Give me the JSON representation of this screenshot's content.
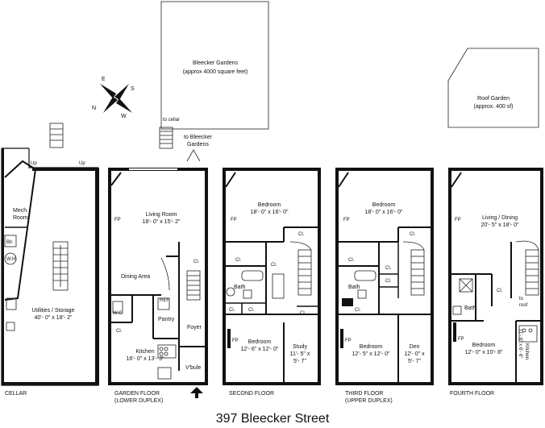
{
  "title": "397 Bleecker Street",
  "compass": {
    "n": "N",
    "e": "E",
    "s": "S",
    "w": "W"
  },
  "gardens": {
    "name": "Bleecker Gardens",
    "area": "(approx 4000 square feet)",
    "to_cellar": "to cellar",
    "to_gardens_1": "to Bleecker",
    "to_gardens_2": "Gardens"
  },
  "roof_garden": {
    "name": "Roof Garden",
    "area": "(approx. 400 sf)"
  },
  "cellar": {
    "floor": "CELLAR",
    "up1": "Up",
    "up2": "Up",
    "mech1": "Mech.",
    "mech2": "Room",
    "blr": "Blr.",
    "wh": "W.H.",
    "util_name": "Utilities / Storage",
    "util_dim": "40'- 0\" x 18'- 2\""
  },
  "garden": {
    "floor1": "GARDEN FLOOR",
    "floor2": "(LOWER DUPLEX)",
    "fp": "FP",
    "living": "Living Room",
    "living_dim": "18'- 0\" x 15'- 2\"",
    "dining": "Dining Area",
    "ref": "REF",
    "wc": "W.C.",
    "pantry": "Pantry",
    "cl1": "Cl.",
    "cl2": "Cl.",
    "foyer": "Foyer",
    "kitchen": "Kitchen",
    "kitchen_dim": "16'- 0\" x 13'- 3\"",
    "vbule": "V'bule"
  },
  "second": {
    "floor": "SECOND FLOOR",
    "bedroom1": "Bedroom",
    "bedroom1_dim": "18'- 0\" x 16'- 0\"",
    "fp1": "FP",
    "fp2": "FP",
    "cl_a": "Cl.",
    "cl_b": "Cl.",
    "cl_c": "Cl.",
    "cl_d": "Cl.",
    "cl_e": "Cl.",
    "cl_f": "Cl.",
    "bath": "Bath",
    "bedroom2": "Bedroom",
    "bedroom2_dim": "12'- 6\" x 12'- 0\"",
    "study": "Study",
    "study_dim1": "11'- 5\" x",
    "study_dim2": "5'- 7\""
  },
  "third": {
    "floor1": "THIRD FLOOR",
    "floor2": "(UPPER DUPLEX)",
    "bedroom1": "Bedroom",
    "bedroom1_dim": "18'- 0\" x 16'- 0\"",
    "fp1": "FP",
    "fp2": "FP",
    "cl_a": "Cl.",
    "cl_b": "Cl.",
    "cl_c": "Cl.",
    "cl_d": "Cl.",
    "cl_e": "Cl.",
    "bath": "Bath",
    "bedroom2": "Bedroom",
    "bedroom2_dim": "12'- 5\" x 12'- 0\"",
    "den": "Den",
    "den_dim1": "12'- 0\" x",
    "den_dim2": "5'- 7\""
  },
  "fourth": {
    "floor": "FOURTH FLOOR",
    "fp1": "FP",
    "fp2": "FP",
    "living": "Living / Dining",
    "living_dim": "20'- 5\" x 18'- 0\"",
    "cl": "Cl.",
    "to_roof1": "to",
    "to_roof2": "roof",
    "bath": "Bath",
    "bedroom": "Bedroom",
    "bedroom_dim": "12'- 0\" x 10'- 8\"",
    "kitchen": "Kitchen",
    "kitchen_dim": "11'- 6\" x 6'- 6\""
  }
}
